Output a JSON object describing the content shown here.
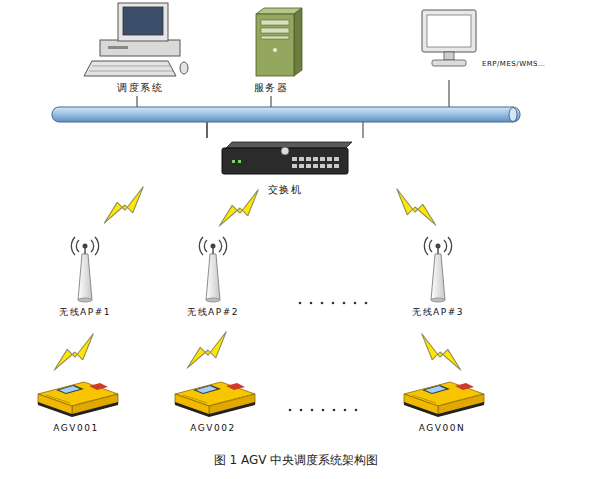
{
  "diagram": {
    "caption": "图 1 AGV 中央调度系统架构图",
    "nodes": [
      {
        "text": [
          "调度系统"
        ]
      },
      {
        "text": [
          "服务器"
        ]
      },
      {
        "text": [
          "ERP/MES/WMS…"
        ]
      },
      {
        "text": [
          "交换机"
        ]
      },
      {
        "text": [
          "无线AP#1"
        ]
      },
      {
        "text": [
          "无线AP#2"
        ]
      },
      {
        "text": [
          "无线AP#3"
        ]
      },
      {
        "text": [
          "AGV001"
        ]
      },
      {
        "text": [
          "AGV002"
        ]
      },
      {
        "text": [
          "AGV00N"
        ]
      }
    ],
    "edges": [
      {
        "from": 0,
        "to": 3,
        "arrow": "none"
      },
      {
        "from": 1,
        "to": 3,
        "arrow": "none"
      },
      {
        "from": 2,
        "to": 3,
        "arrow": "none"
      }
    ]
  }
}
